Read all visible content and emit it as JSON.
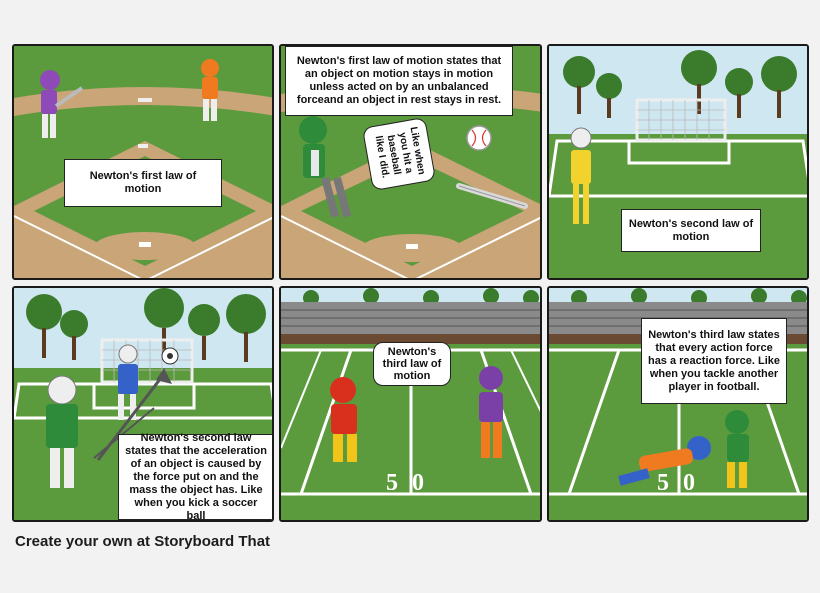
{
  "panels": [
    {
      "caption": "Newton's first law of motion"
    },
    {
      "caption": "Newton's first law of motion states that an object on motion stays in motion unless acted on by an unbalanced forceand an object in rest stays in rest.",
      "bubble": "Like when you hit a baseball like I did."
    },
    {
      "caption": "Newton's second law of motion"
    },
    {
      "caption": "Newton's second law states that the acceleration of an object is caused by the force put on and the mass the object has. Like when you kick a soccer ball"
    },
    {
      "bubble": "Newton's third law of motion",
      "yard_marker": "5 0"
    },
    {
      "caption": "Newton's third law states that every action force has a reaction force. Like when you tackle another player in football.",
      "yard_marker": "5 0"
    }
  ],
  "footer": "Create your own at Storyboard That"
}
